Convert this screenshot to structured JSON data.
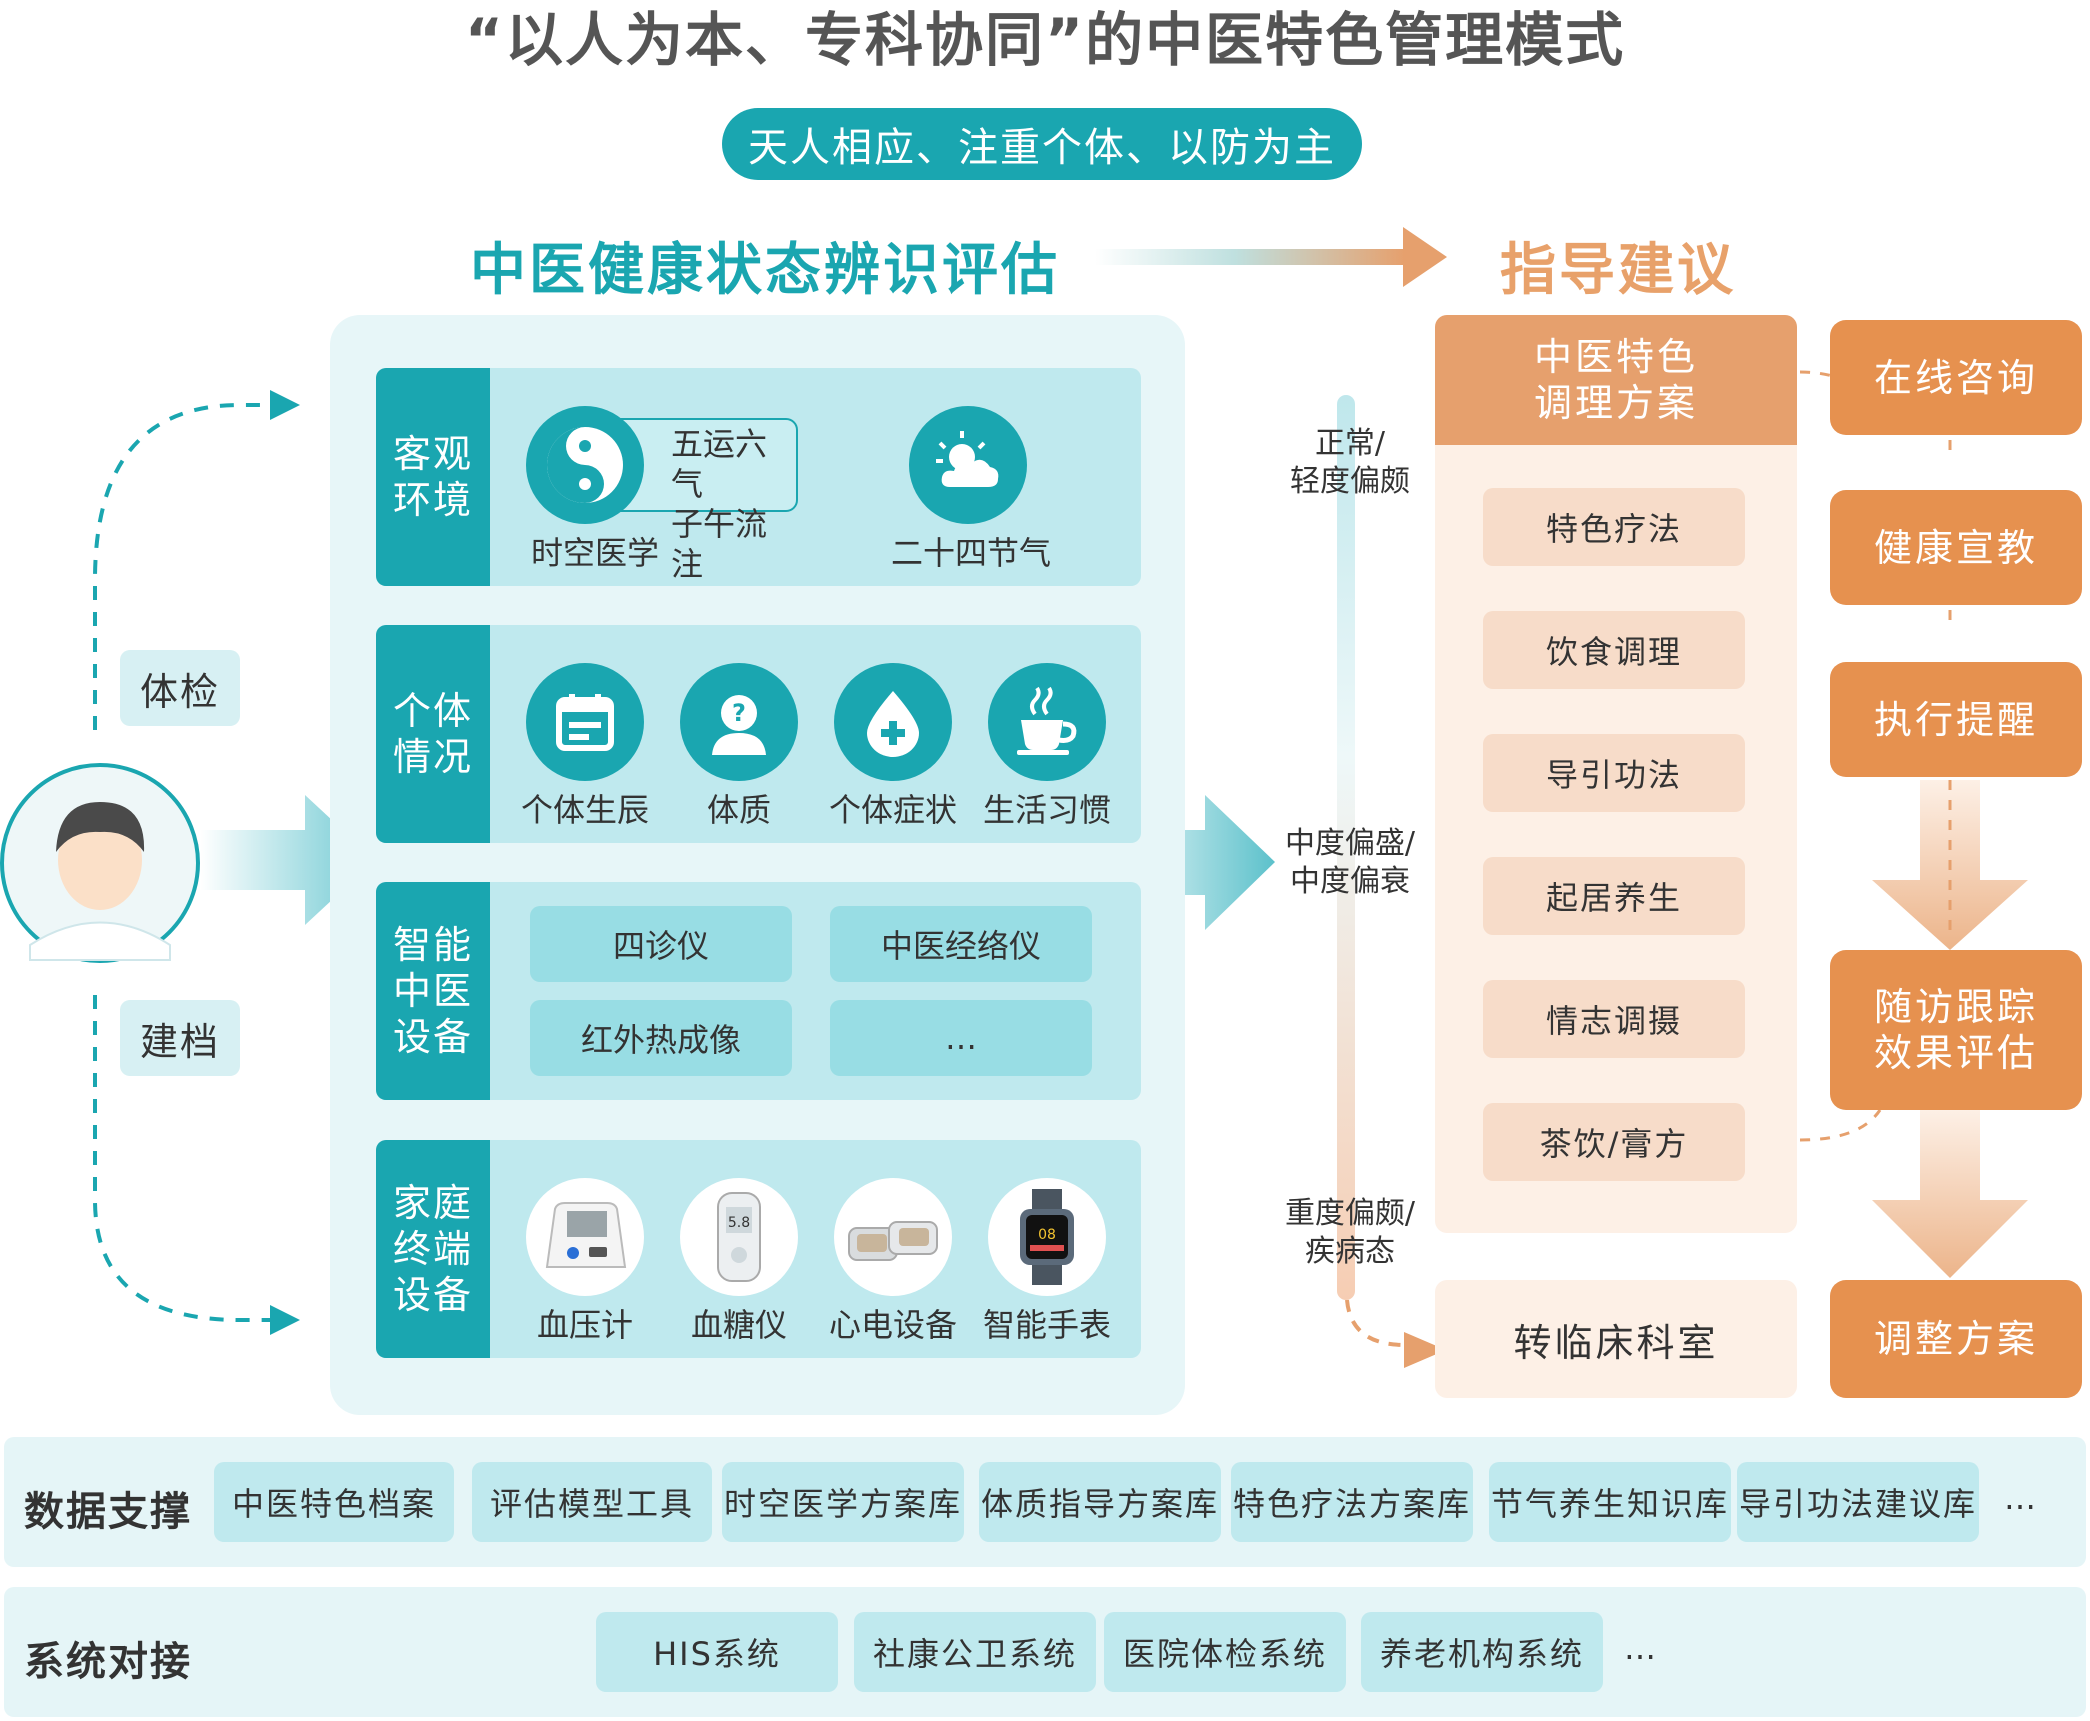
{
  "title": "“以人为本、专科协同”的中医特色管理模式",
  "subtitle": "天人相应、注重个体、以防为主",
  "left_heading": "中医健康状态辨识评估",
  "right_heading": "指导建议",
  "side_tags": {
    "checkup": "体检",
    "records": "建档"
  },
  "sections": {
    "environment": {
      "label": "客观\n环境",
      "bubble": "五运六气\n子午流注",
      "items": [
        "时空医学",
        "二十四节气"
      ]
    },
    "individual": {
      "label": "个体\n情况",
      "items": [
        "个体生辰",
        "体质",
        "个体症状",
        "生活习惯"
      ]
    },
    "smart_devices": {
      "label": "智能\n中医\n设备",
      "items": [
        "四诊仪",
        "中医经络仪",
        "红外热成像",
        "…"
      ]
    },
    "home_devices": {
      "label": "家庭\n终端\n设备",
      "items": [
        "血压计",
        "血糖仪",
        "心电设备",
        "智能手表"
      ],
      "glucose_reading": "5.8",
      "watch_reading": "08"
    }
  },
  "severity": {
    "normal": "正常/\n轻度偏颇",
    "moderate": "中度偏盛/\n中度偏衰",
    "severe": "重度偏颇/\n疾病态"
  },
  "plan": {
    "head": "中医特色\n调理方案",
    "items": [
      "特色疗法",
      "饮食调理",
      "导引功法",
      "起居养生",
      "情志调摄",
      "茶饮/膏方"
    ],
    "referral": "转临床科室"
  },
  "actions": [
    "在线咨询",
    "健康宣教",
    "执行提醒",
    "随访跟踪\n效果评估",
    "调整方案"
  ],
  "data_support": {
    "label": "数据支撑",
    "items": [
      "中医特色档案",
      "评估模型工具",
      "时空医学方案库",
      "体质指导方案库",
      "特色疗法方案库",
      "节气养生知识库",
      "导引功法建议库"
    ],
    "more": "…"
  },
  "system_integration": {
    "label": "系统对接",
    "items": [
      "HIS系统",
      "社康公卫系统",
      "医院体检系统",
      "养老机构系统"
    ],
    "more": "…"
  },
  "colors": {
    "teal": "#1aa6b0",
    "light_teal": "#bfe9ee",
    "orange": "#e6914f",
    "peach": "#f7dcc9",
    "pale_orange": "#fdf0e6"
  }
}
